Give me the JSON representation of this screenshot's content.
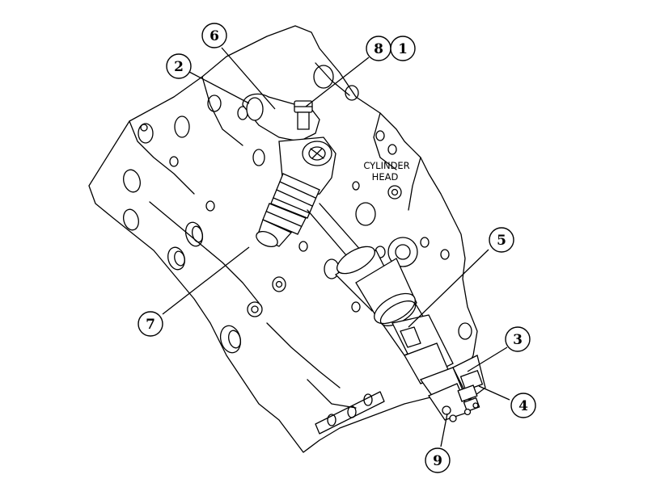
{
  "diagram": {
    "labels": {
      "cylinder_head_line1": "CYLINDER",
      "cylinder_head_line2": "HEAD"
    },
    "callouts": [
      {
        "id": "callout-1",
        "text": "1"
      },
      {
        "id": "callout-2",
        "text": "2"
      },
      {
        "id": "callout-3",
        "text": "3"
      },
      {
        "id": "callout-4",
        "text": "4"
      },
      {
        "id": "callout-5",
        "text": "5"
      },
      {
        "id": "callout-6",
        "text": "6"
      },
      {
        "id": "callout-7",
        "text": "7"
      },
      {
        "id": "callout-8",
        "text": "8"
      },
      {
        "id": "callout-9",
        "text": "9"
      }
    ]
  }
}
